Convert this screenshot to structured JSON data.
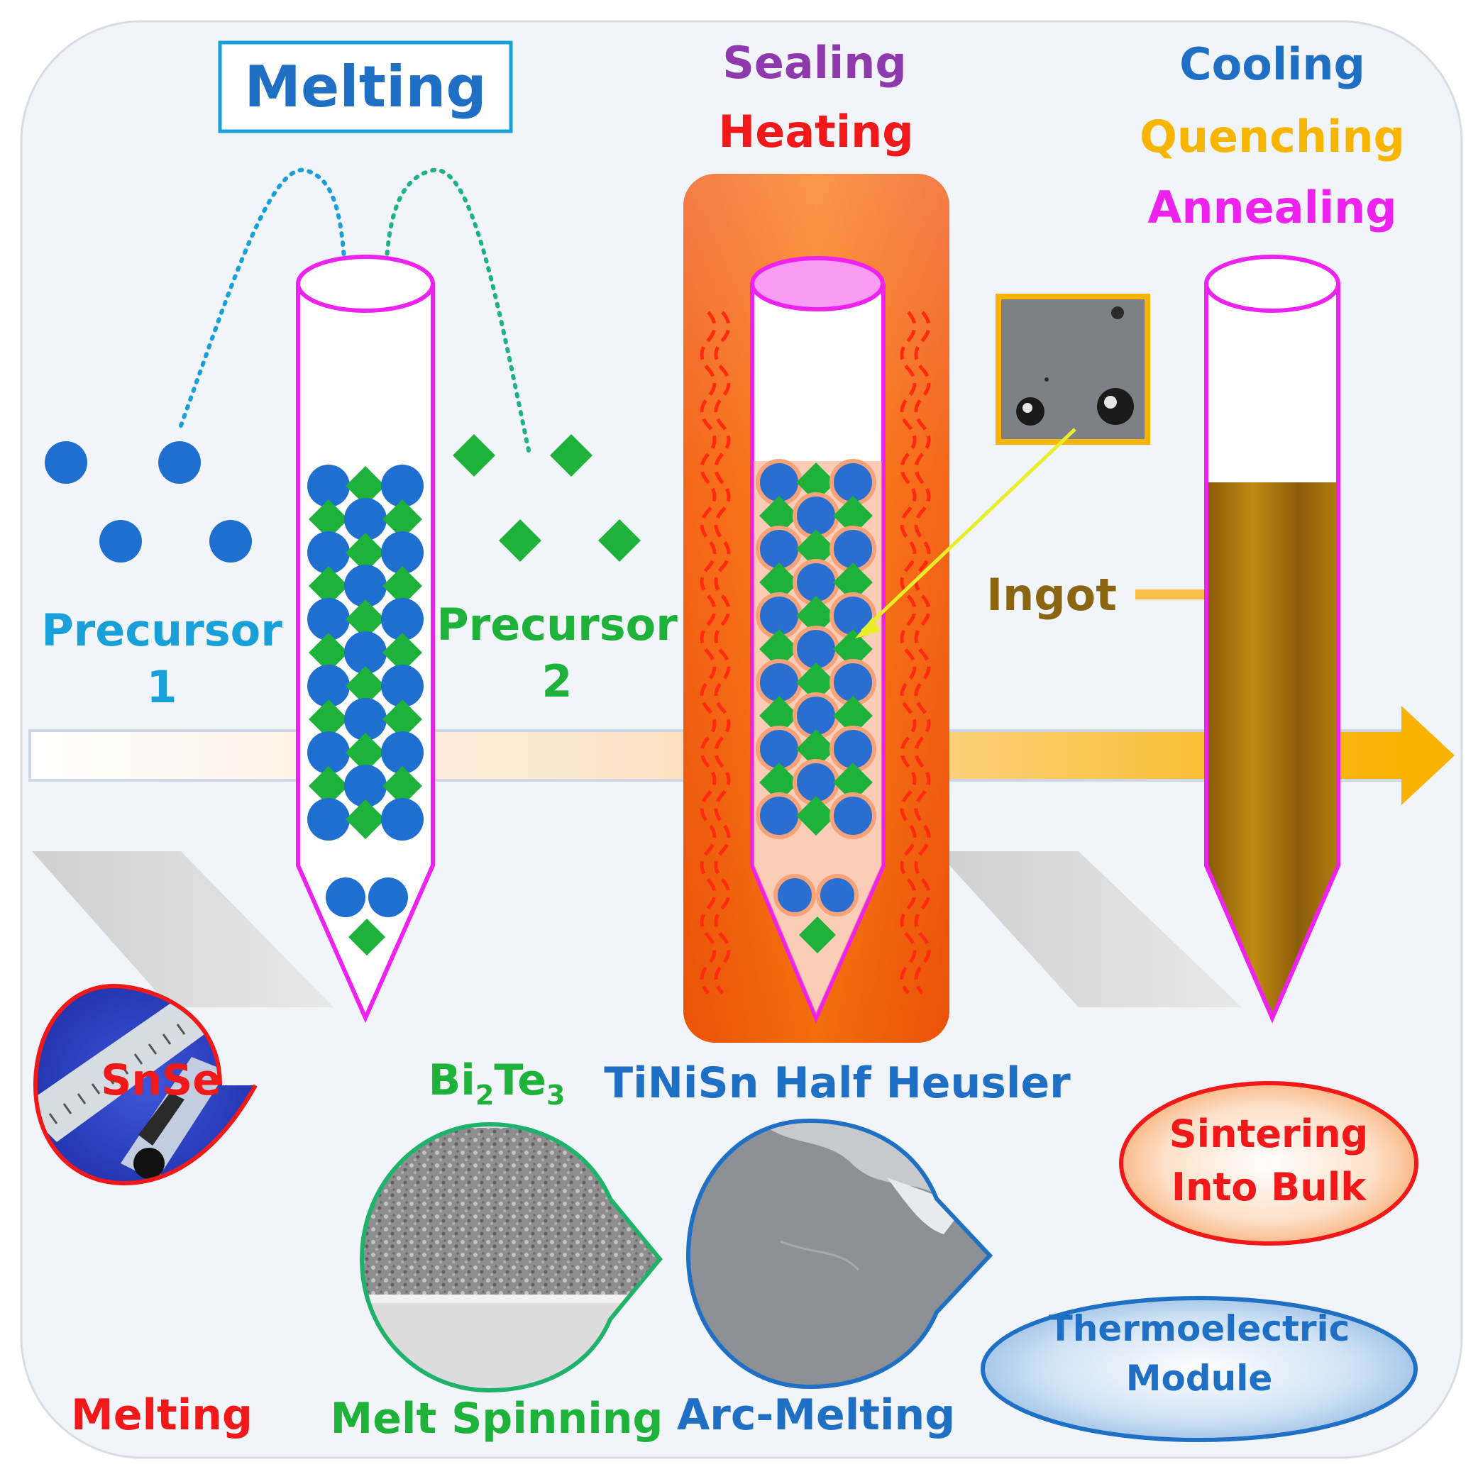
{
  "colors": {
    "cyan": "#1aa0d8",
    "blue": "#1f6fc4",
    "green": "#1fb23a",
    "magenta": "#ee22ee",
    "purple": "#8e3aad",
    "red": "#f01818",
    "orange": "#f7a800",
    "brown": "#8a6512",
    "ingot": "#a0700c"
  },
  "header": {
    "melting": "Melting"
  },
  "process_steps": {
    "sealing": "Sealing",
    "heating": "Heating",
    "cooling": "Cooling",
    "quenching": "Quenching",
    "annealing": "Annealing"
  },
  "precursors": {
    "p1_line1": "Precursor",
    "p1_line2": "1",
    "p2_line1": "Precursor",
    "p2_line2": "2"
  },
  "ingot_label": "Ingot",
  "materials": [
    {
      "name": "SnSe",
      "method": "Melting"
    },
    {
      "name_base": "Bi",
      "name_sub1": "2",
      "name_mid": "Te",
      "name_sub2": "3",
      "method": "Melt Spinning"
    },
    {
      "name": "TiNiSn Half Heusler",
      "method": "Arc-Melting"
    }
  ],
  "outputs": {
    "sintering_line1": "Sintering",
    "sintering_line2": "Into Bulk",
    "module_line1": "Thermoelectric",
    "module_line2": "Module"
  }
}
